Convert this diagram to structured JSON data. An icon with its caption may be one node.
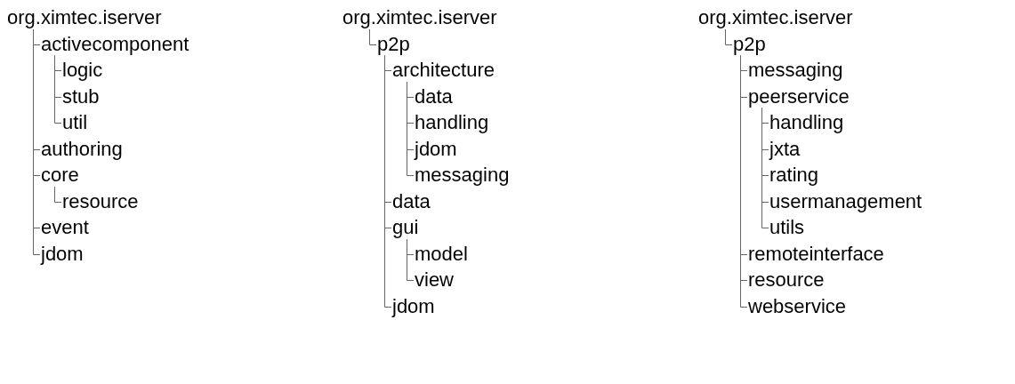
{
  "diagram": {
    "nodes": [
      {
        "text": [
          "org.ximtec.iserver"
        ]
      },
      {
        "text": [
          "activecomponent"
        ]
      },
      {
        "text": [
          "logic"
        ]
      },
      {
        "text": [
          "stub"
        ]
      },
      {
        "text": [
          "util"
        ]
      },
      {
        "text": [
          "authoring"
        ]
      },
      {
        "text": [
          "core"
        ]
      },
      {
        "text": [
          "resource"
        ]
      },
      {
        "text": [
          "event"
        ]
      },
      {
        "text": [
          "jdom"
        ]
      },
      {
        "text": [
          "org.ximtec.iserver"
        ]
      },
      {
        "text": [
          "p2p"
        ]
      },
      {
        "text": [
          "architecture"
        ]
      },
      {
        "text": [
          "data"
        ]
      },
      {
        "text": [
          "handling"
        ]
      },
      {
        "text": [
          "jdom"
        ]
      },
      {
        "text": [
          "messaging"
        ]
      },
      {
        "text": [
          "data"
        ]
      },
      {
        "text": [
          "gui"
        ]
      },
      {
        "text": [
          "model"
        ]
      },
      {
        "text": [
          "view"
        ]
      },
      {
        "text": [
          "jdom"
        ]
      },
      {
        "text": [
          "org.ximtec.iserver"
        ]
      },
      {
        "text": [
          "p2p"
        ]
      },
      {
        "text": [
          "messaging"
        ]
      },
      {
        "text": [
          "peerservice"
        ]
      },
      {
        "text": [
          "handling"
        ]
      },
      {
        "text": [
          "jxta"
        ]
      },
      {
        "text": [
          "rating"
        ]
      },
      {
        "text": [
          "usermanagement"
        ]
      },
      {
        "text": [
          "utils"
        ]
      },
      {
        "text": [
          "remoteinterface"
        ]
      },
      {
        "text": [
          "resource"
        ]
      },
      {
        "text": [
          "webservice"
        ]
      }
    ],
    "edges": [
      {
        "from": 0,
        "to": 1,
        "arrow": "none"
      },
      {
        "from": 1,
        "to": 2,
        "arrow": "none"
      },
      {
        "from": 1,
        "to": 3,
        "arrow": "none"
      },
      {
        "from": 1,
        "to": 4,
        "arrow": "none"
      },
      {
        "from": 0,
        "to": 5,
        "arrow": "none"
      },
      {
        "from": 0,
        "to": 6,
        "arrow": "none"
      },
      {
        "from": 6,
        "to": 7,
        "arrow": "none"
      },
      {
        "from": 0,
        "to": 8,
        "arrow": "none"
      },
      {
        "from": 0,
        "to": 9,
        "arrow": "none"
      },
      {
        "from": 10,
        "to": 11,
        "arrow": "none"
      },
      {
        "from": 11,
        "to": 12,
        "arrow": "none"
      },
      {
        "from": 12,
        "to": 13,
        "arrow": "none"
      },
      {
        "from": 12,
        "to": 14,
        "arrow": "none"
      },
      {
        "from": 12,
        "to": 15,
        "arrow": "none"
      },
      {
        "from": 12,
        "to": 16,
        "arrow": "none"
      },
      {
        "from": 11,
        "to": 17,
        "arrow": "none"
      },
      {
        "from": 11,
        "to": 18,
        "arrow": "none"
      },
      {
        "from": 18,
        "to": 19,
        "arrow": "none"
      },
      {
        "from": 18,
        "to": 20,
        "arrow": "none"
      },
      {
        "from": 11,
        "to": 21,
        "arrow": "none"
      },
      {
        "from": 22,
        "to": 23,
        "arrow": "none"
      },
      {
        "from": 23,
        "to": 24,
        "arrow": "none"
      },
      {
        "from": 23,
        "to": 25,
        "arrow": "none"
      },
      {
        "from": 25,
        "to": 26,
        "arrow": "none"
      },
      {
        "from": 25,
        "to": 27,
        "arrow": "none"
      },
      {
        "from": 25,
        "to": 28,
        "arrow": "none"
      },
      {
        "from": 25,
        "to": 29,
        "arrow": "none"
      },
      {
        "from": 25,
        "to": 30,
        "arrow": "none"
      },
      {
        "from": 23,
        "to": 31,
        "arrow": "none"
      },
      {
        "from": 23,
        "to": 32,
        "arrow": "none"
      },
      {
        "from": 23,
        "to": 33,
        "arrow": "none"
      }
    ]
  }
}
